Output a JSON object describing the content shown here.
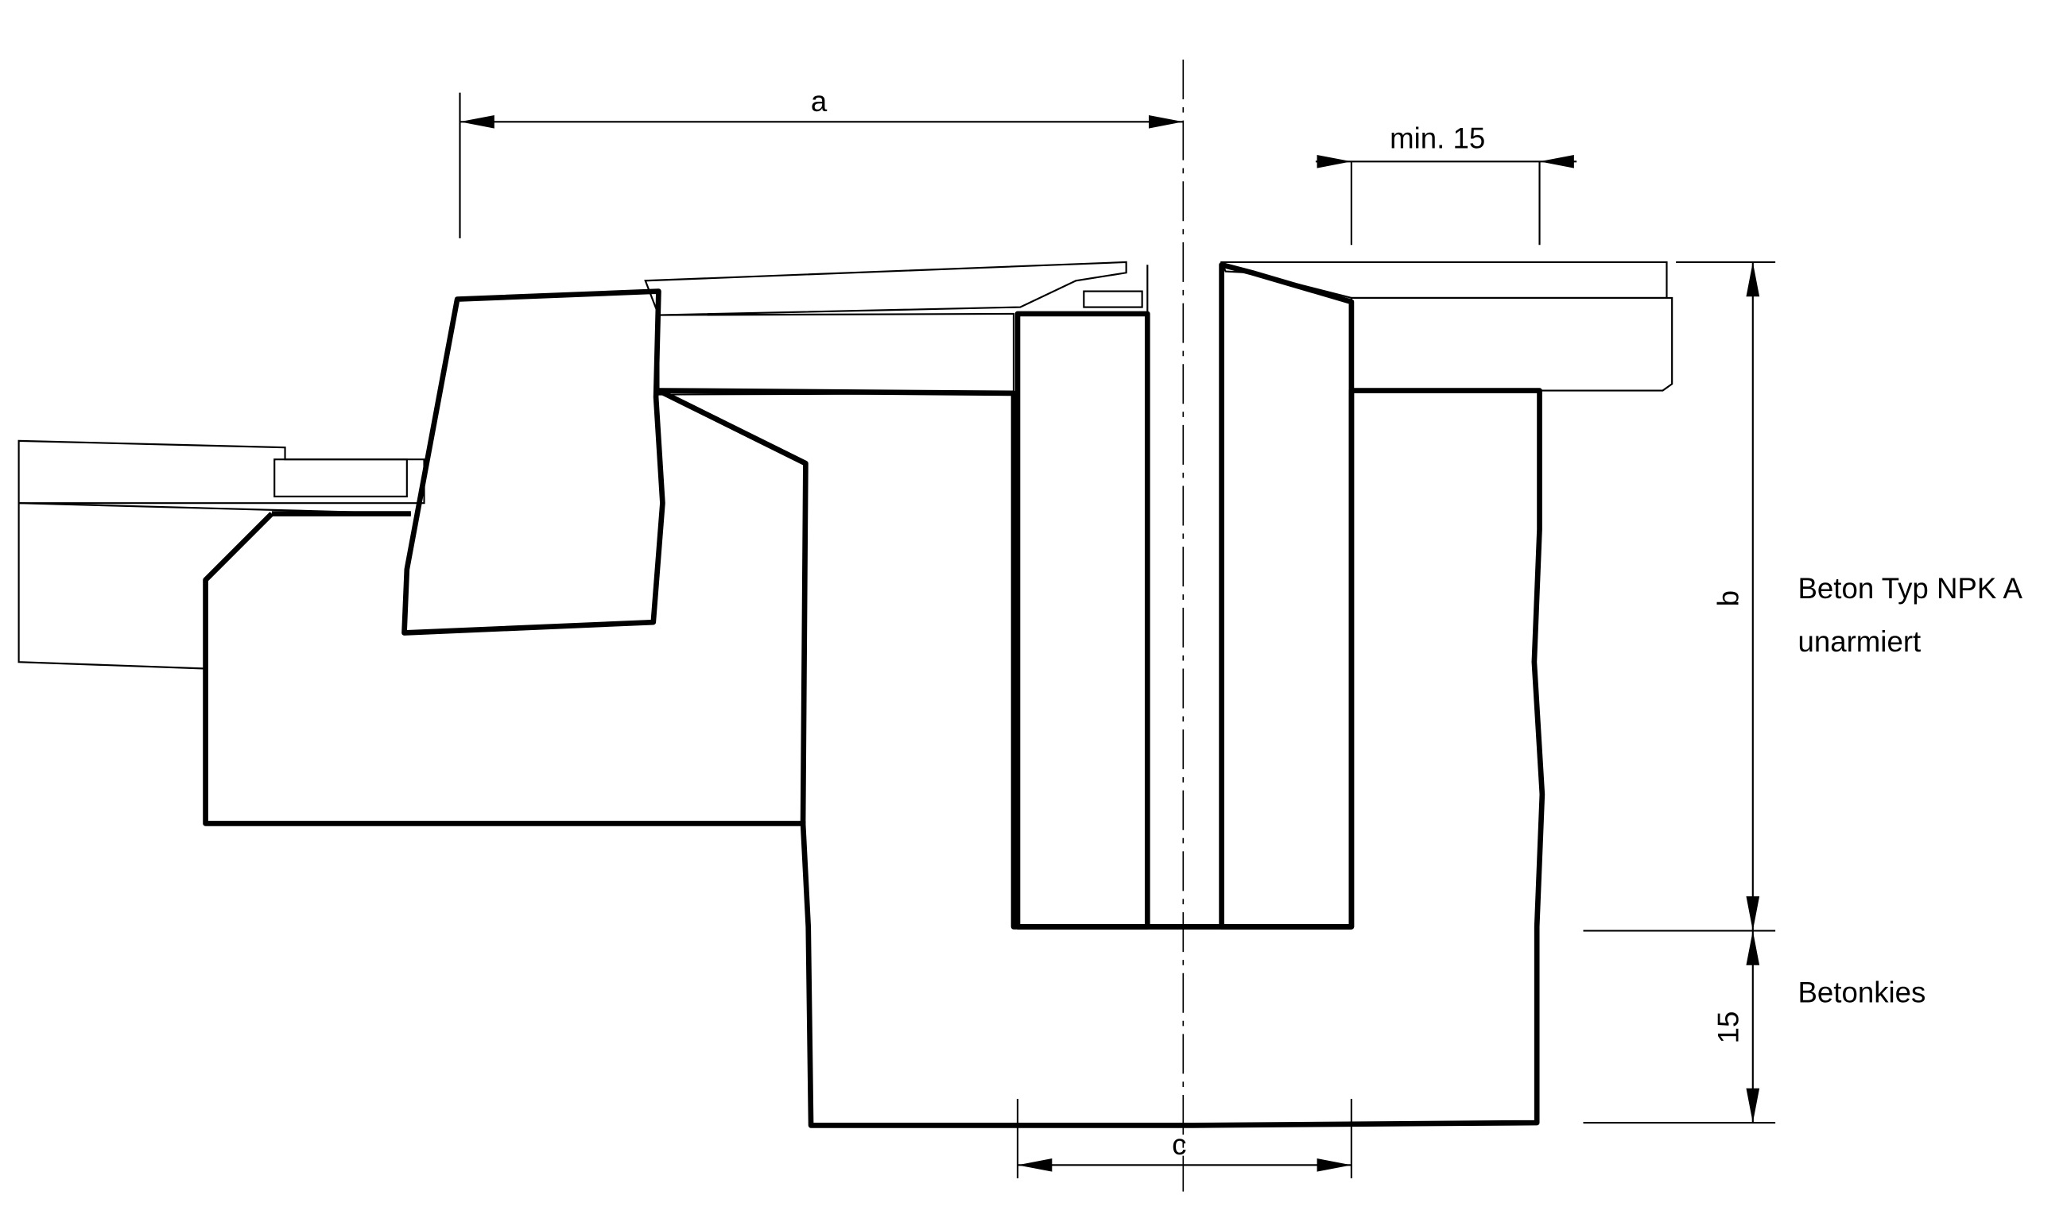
{
  "dimensions": {
    "a": "a",
    "min15": "min. 15",
    "b": "b",
    "gravel_depth": "15",
    "c": "c"
  },
  "labels": {
    "concrete_line1": "Beton Typ NPK A",
    "concrete_line2": "unarmiert",
    "gravel": "Betonkies"
  },
  "colors": {
    "paving_top": "#808080",
    "line": "#000000",
    "background": "#ffffff"
  }
}
